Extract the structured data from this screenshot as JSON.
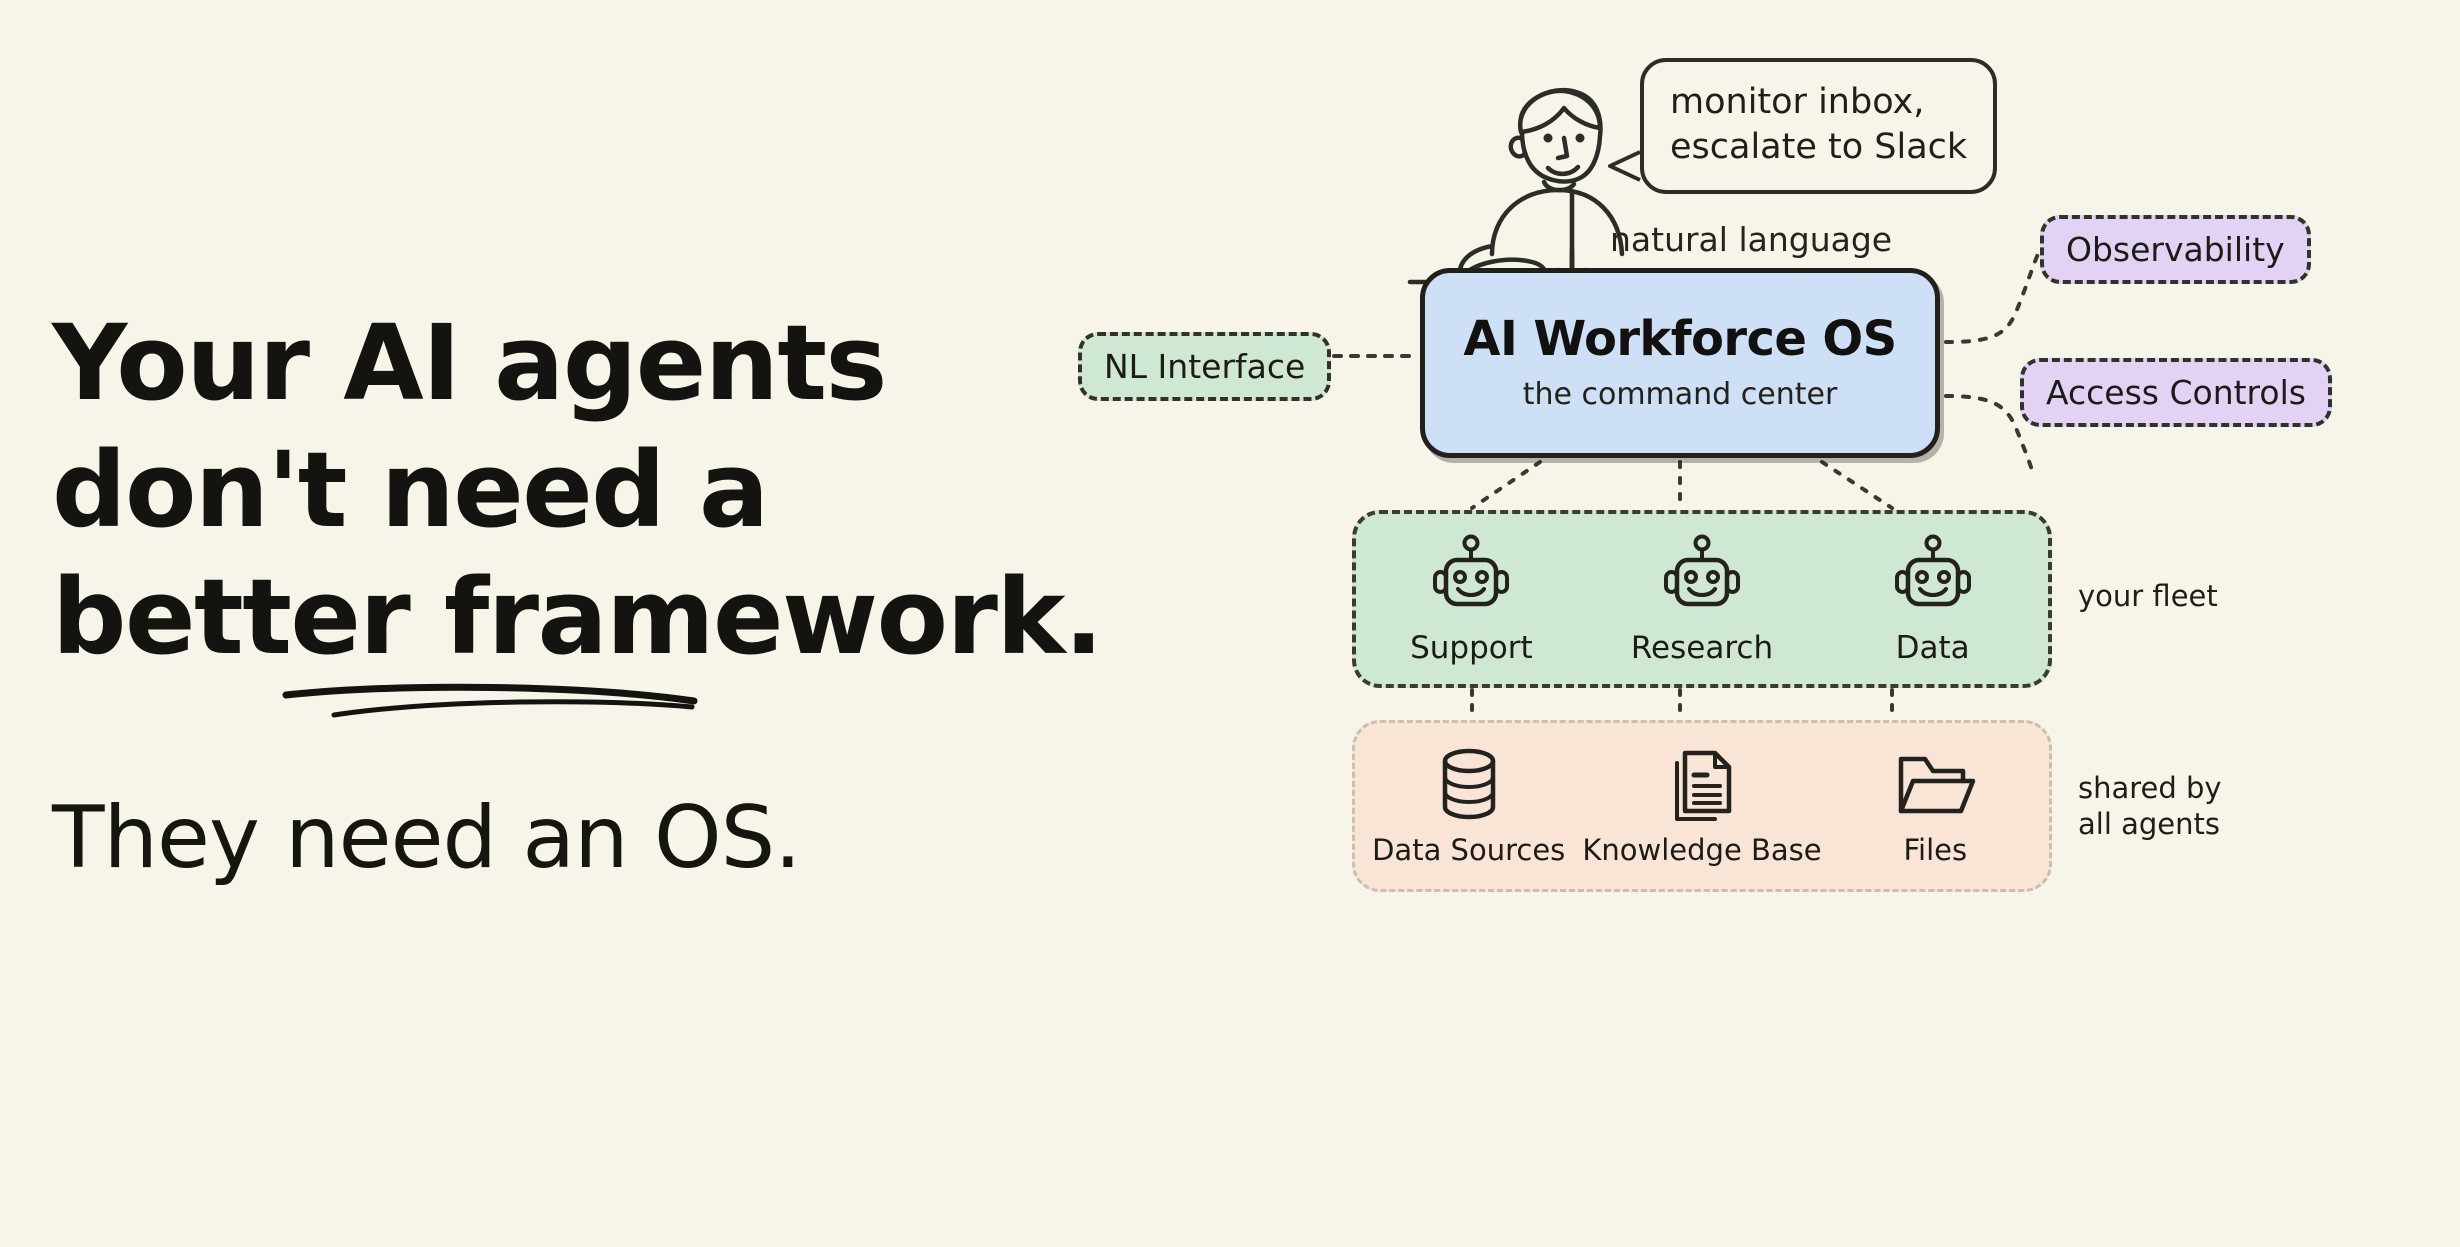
{
  "theme": {
    "background": "#f7f4e9",
    "ink": "#1d1b16",
    "blue_fill": "#cde0f6",
    "green_fill": "#cfe8d3",
    "purple_fill": "#e2d3f5",
    "peach_fill": "#f8e5d6"
  },
  "headline": {
    "line1": "Your AI agents",
    "line2": "don't need a",
    "line3": "better framework.",
    "subhead": "They need an OS."
  },
  "diagram": {
    "speech_bubble": {
      "line1": "monitor inbox,",
      "line2": "escalate to Slack"
    },
    "person_icon": "person-at-desk-icon",
    "arrow_label": "natural language",
    "core": {
      "title": "AI Workforce OS",
      "subtitle": "the command center"
    },
    "chips": [
      {
        "label": "NL Interface",
        "color": "#cfe8d3",
        "side": "left"
      },
      {
        "label": "Observability",
        "color": "#e2d3f5",
        "side": "right"
      },
      {
        "label": "Access Controls",
        "color": "#e2d3f5",
        "side": "right"
      }
    ],
    "fleet": {
      "caption": "your fleet",
      "items": [
        {
          "label": "Support",
          "icon": "robot-icon"
        },
        {
          "label": "Research",
          "icon": "robot-icon"
        },
        {
          "label": "Data",
          "icon": "robot-icon"
        }
      ]
    },
    "resources": {
      "caption_line1": "shared by",
      "caption_line2": "all agents",
      "items": [
        {
          "label": "Data Sources",
          "icon": "database-icon"
        },
        {
          "label": "Knowledge Base",
          "icon": "documents-icon"
        },
        {
          "label": "Files",
          "icon": "folder-icon"
        }
      ]
    }
  }
}
